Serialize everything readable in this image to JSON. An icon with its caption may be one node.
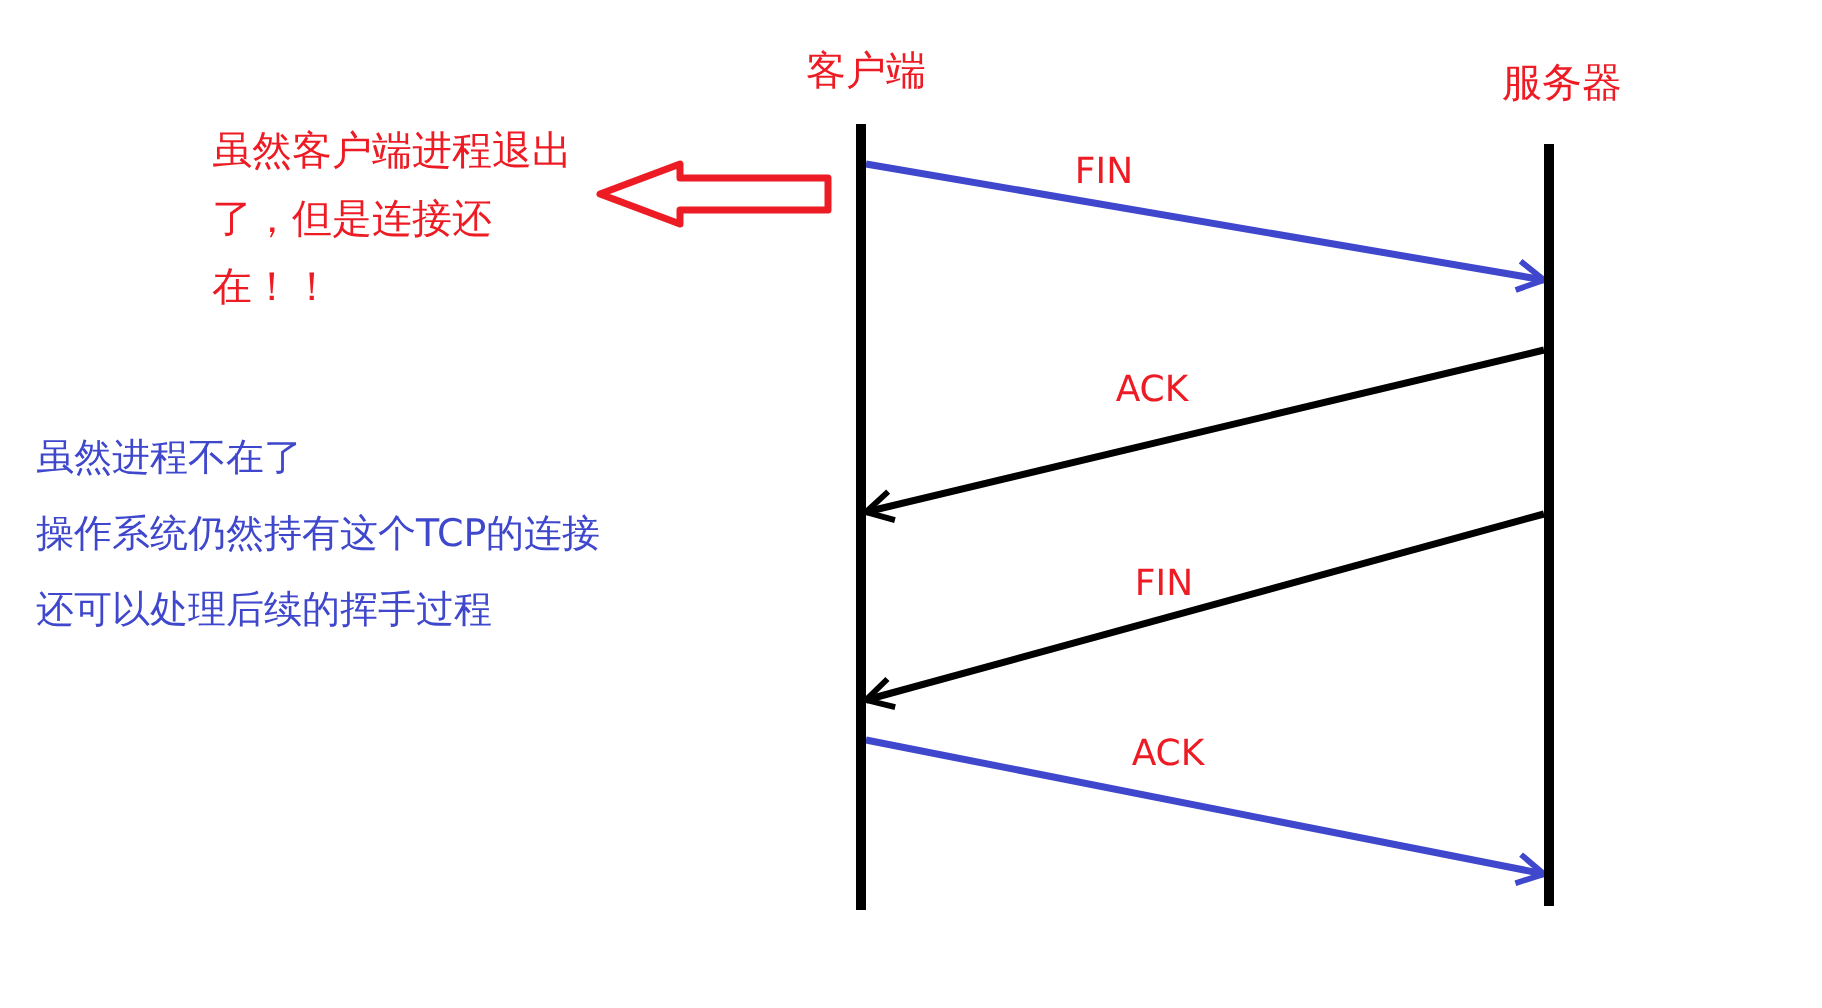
{
  "diagram": {
    "nodes": [
      {
        "text": [
          "客户端"
        ]
      },
      {
        "text": [
          "服务器"
        ]
      },
      {
        "text": [
          "虽然客户端进程退出了，但是连接还在！！"
        ]
      }
    ],
    "edges": [
      {
        "from": 0,
        "to": 1,
        "arrow": "to",
        "label": "FIN",
        "color": "#3f48cc"
      },
      {
        "from": 1,
        "to": 0,
        "arrow": "to",
        "label": "ACK",
        "color": "#000000"
      },
      {
        "from": 1,
        "to": 0,
        "arrow": "to",
        "label": "FIN",
        "color": "#000000"
      },
      {
        "from": 0,
        "to": 1,
        "arrow": "to",
        "label": "ACK",
        "color": "#3f48cc"
      },
      {
        "from": 0,
        "to": 2,
        "arrow": "to",
        "style": "thick",
        "color": "#ed1c24"
      }
    ],
    "labels": [
      "虽然进程不在了",
      "操作系统仍然持有这个TCP的连接",
      "还可以处理后续的挥手过程"
    ]
  }
}
